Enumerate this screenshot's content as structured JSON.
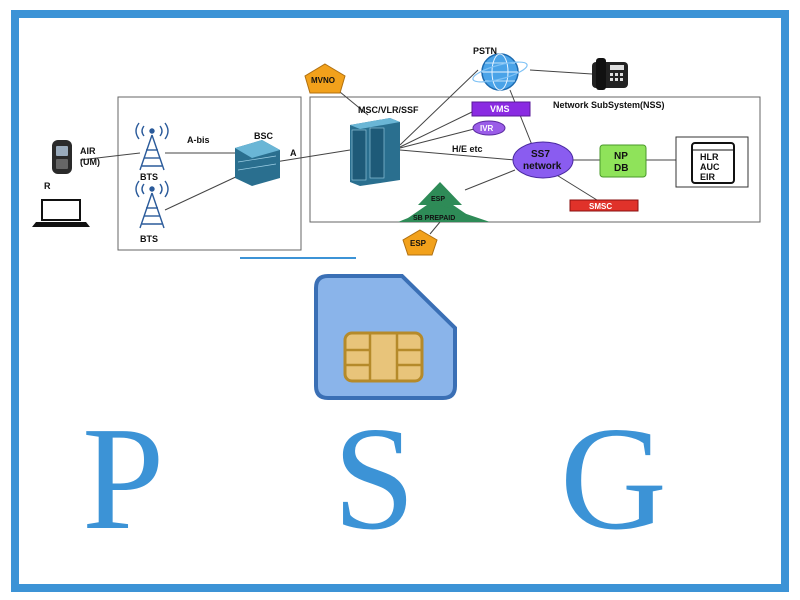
{
  "colors": {
    "frame": "#3c93d6",
    "psg": "#3c93d6",
    "sim_body": "#8ab4ea",
    "sim_border": "#3a6fb5",
    "chip": "#e8c47a",
    "mvno": "#f2a11b",
    "vms": "#8a2be2",
    "ss7": "#8a5cf0",
    "np_db": "#8fe35a",
    "smsc": "#e0322a",
    "esp_tree": "#2e8b57"
  },
  "labels": {
    "pstn": "PSTN",
    "mvno": "MVNO",
    "msc": "MSC/VLR/SSF",
    "vms": "VMS",
    "nss": "Network SubSystem(NSS)",
    "ivr": "IVR",
    "he": "H/E etc",
    "ss7_line1": "SS7",
    "ss7_line2": "network",
    "np_line1": "NP",
    "np_line2": "DB",
    "hlr": "HLR",
    "auc": "AUC",
    "eir": "EIR",
    "bsc": "BSC",
    "abis": "A-bis",
    "a": "A",
    "air_line1": "AIR",
    "air_line2": "(UM)",
    "r": "R",
    "bts_top": "BTS",
    "bts_bottom": "BTS",
    "smsc": "SMSC",
    "esp_top": "ESP",
    "esp_tree_text": "SB PREPAID",
    "esp_bottom": "ESP"
  },
  "brand": {
    "letter_1": "P",
    "letter_2": "S",
    "letter_3": "G"
  },
  "icons": {
    "sim": "sim-card-icon",
    "globe": "globe-icon",
    "phone": "phone-icon",
    "tower": "cell-tower-icon",
    "server": "server-icon",
    "mobile": "mobile-phone-icon",
    "laptop": "laptop-icon",
    "document": "document-icon"
  }
}
